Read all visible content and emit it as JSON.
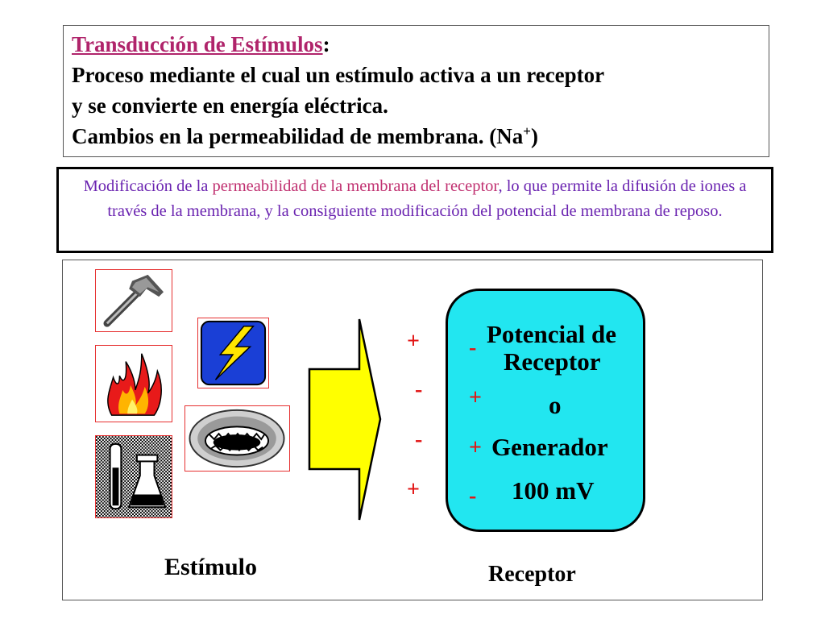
{
  "title": {
    "heading": "Transducción de Estímulos",
    "heading_colon": ":",
    "line1": "Proceso mediante el cual un estímulo  activa a un receptor",
    "line2": "y se convierte en energía eléctrica.",
    "line3_prefix": "Cambios en la permeabilidad de membrana. (Na",
    "line3_sup": "+",
    "line3_suffix": ")"
  },
  "description": {
    "part1": "Modificación de la ",
    "part2": "permeabilidad de la membrana del receptor",
    "part3": ", lo que permite la difusión de iones a través de la membrana, y la consiguiente modificación del potencial de membrana de reposo."
  },
  "diagram": {
    "stimulus_label": "Estímulo",
    "receptor_label": "Receptor",
    "receptor_lines": [
      "Potencial de",
      "Receptor",
      "o",
      "Generador",
      "100 mV"
    ],
    "outer_signs": [
      "+",
      "-",
      "-",
      "+"
    ],
    "inner_signs": [
      "-",
      "+",
      "+",
      "-"
    ],
    "icons": [
      "hammer-icon",
      "lightning-icon",
      "fire-icon",
      "screaming-face-icon",
      "chemistry-icon"
    ],
    "colors": {
      "receptor_fill": "#22e6f0",
      "arrow_fill": "#ffff00",
      "sign_color": "#e21515",
      "heading_color": "#b0246b",
      "description_color": "#6a23b0"
    }
  }
}
